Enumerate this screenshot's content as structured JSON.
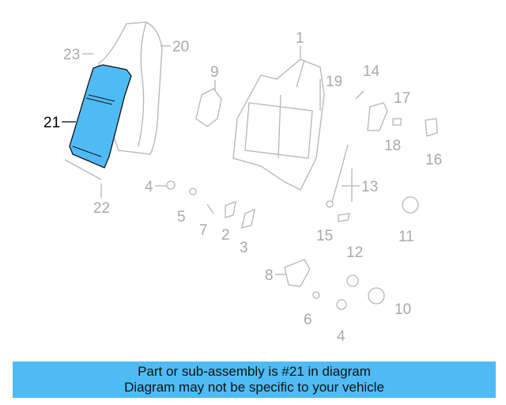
{
  "diagram": {
    "highlighted_part": "21",
    "highlight_color": "#4fbbf5",
    "callouts": [
      "1",
      "2",
      "3",
      "4",
      "4",
      "5",
      "6",
      "7",
      "8",
      "9",
      "10",
      "11",
      "12",
      "13",
      "14",
      "15",
      "16",
      "17",
      "18",
      "19",
      "20",
      "21",
      "22",
      "23"
    ]
  },
  "banner": {
    "line1": "Part or sub-assembly is #21 in diagram",
    "line2": "Diagram may not be specific to your vehicle",
    "color": "#4fbbf5"
  }
}
